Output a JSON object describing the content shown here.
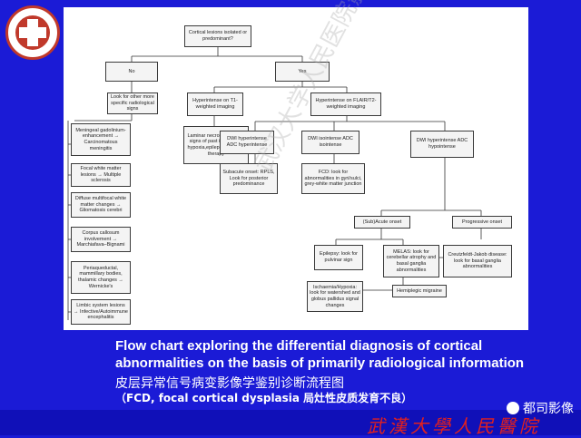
{
  "flowchart": {
    "root": "Cortical lesions isolated or predominant?",
    "no": "No",
    "yes": "Yes",
    "no_child": "Look for other more specific radiological signs",
    "t1_hyper": "Hyperintense on T1- weighted imaging",
    "flair_hyper": "Hyperintense on FLAIR/T2-weighted imaging",
    "laminar": "Laminar necrosis: look for signs of past ischaemic-hypoxia,epilepsy,radiation therapy",
    "dwi_adc_hyper": "DWI hyperintense ADC hyperintense",
    "dwi_adc_iso": "DWI isointense ADC isointense",
    "dwi_hyper_adc_hypo": "DWI hyperintense ADC hypointense",
    "subacute": "Subacute onset: RPLS, Look for posterior predominance",
    "fcd": "FCD: look for abnormalities in gyri/sulci, grey-white matter junction",
    "subacute_onset": "(Sub)Acute onset",
    "progressive": "Progressive onset",
    "epilepsy": "Epilepsy: look for pulvinar sign",
    "melas": "MELAS: look for cerebellar atrophy and basal ganglia abnormalities",
    "cjd": "Creutzfeldt-Jakob disease: look for basal ganglia abnormalities",
    "ischaemia": "Ischaemia/Hypoxia: look for watershed and globus pallidus signal changes",
    "hemiplegic": "Hemiplegic migraine",
    "left_list": [
      "Meningeal gadolinium-enhancement → Carcinomatous meningitis",
      "Focal white matter lesions → Multiple sclerosis",
      "Diffuse multifocal white matter changes → Gliomatosis cerebri",
      "Corpus callosum involvement → Marchiafava–Bignami",
      "Periaqueductal, mammillary bodies, thalamic changes → Wernicke's",
      "Limbic system lesions → Infective/Autoimmune encephalitis"
    ]
  },
  "watermark": "武汉大学人民医院影像科",
  "caption": {
    "line1": "Flow chart exploring the differential diagnosis of cortical",
    "line2": "abnormalities on the basis of primarily radiological information",
    "cn": "皮层异常信号病变影像学鉴别诊断流程图",
    "note": "（FCD, focal cortical dysplasia  局灶性皮质发育不良）"
  },
  "brand": "都司影像",
  "hospital": "武漢大學人民醫院",
  "colors": {
    "background": "#1b1bd6",
    "panel": "#ffffff",
    "logo_red": "#c0392b",
    "calligraphy": "#e02020"
  }
}
